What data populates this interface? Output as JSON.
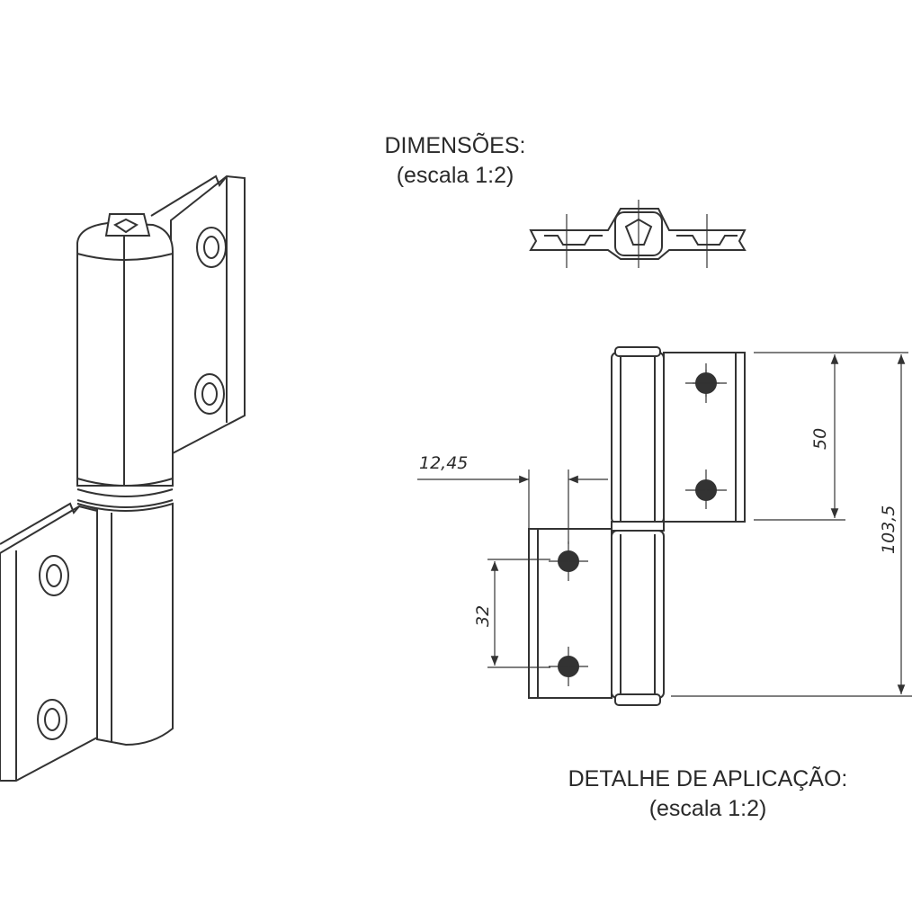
{
  "titles": {
    "dimensions_heading": "DIMENSÕES:",
    "dimensions_scale": "(escala 1:2)",
    "detail_heading": "DETALHE DE APLICAÇÃO:",
    "detail_scale": "(escala 1:2)"
  },
  "dimensions": {
    "pin_offset": "12,45",
    "top_hole_spacing": "50",
    "total_height": "103,5",
    "bottom_hole_spacing": "32"
  }
}
